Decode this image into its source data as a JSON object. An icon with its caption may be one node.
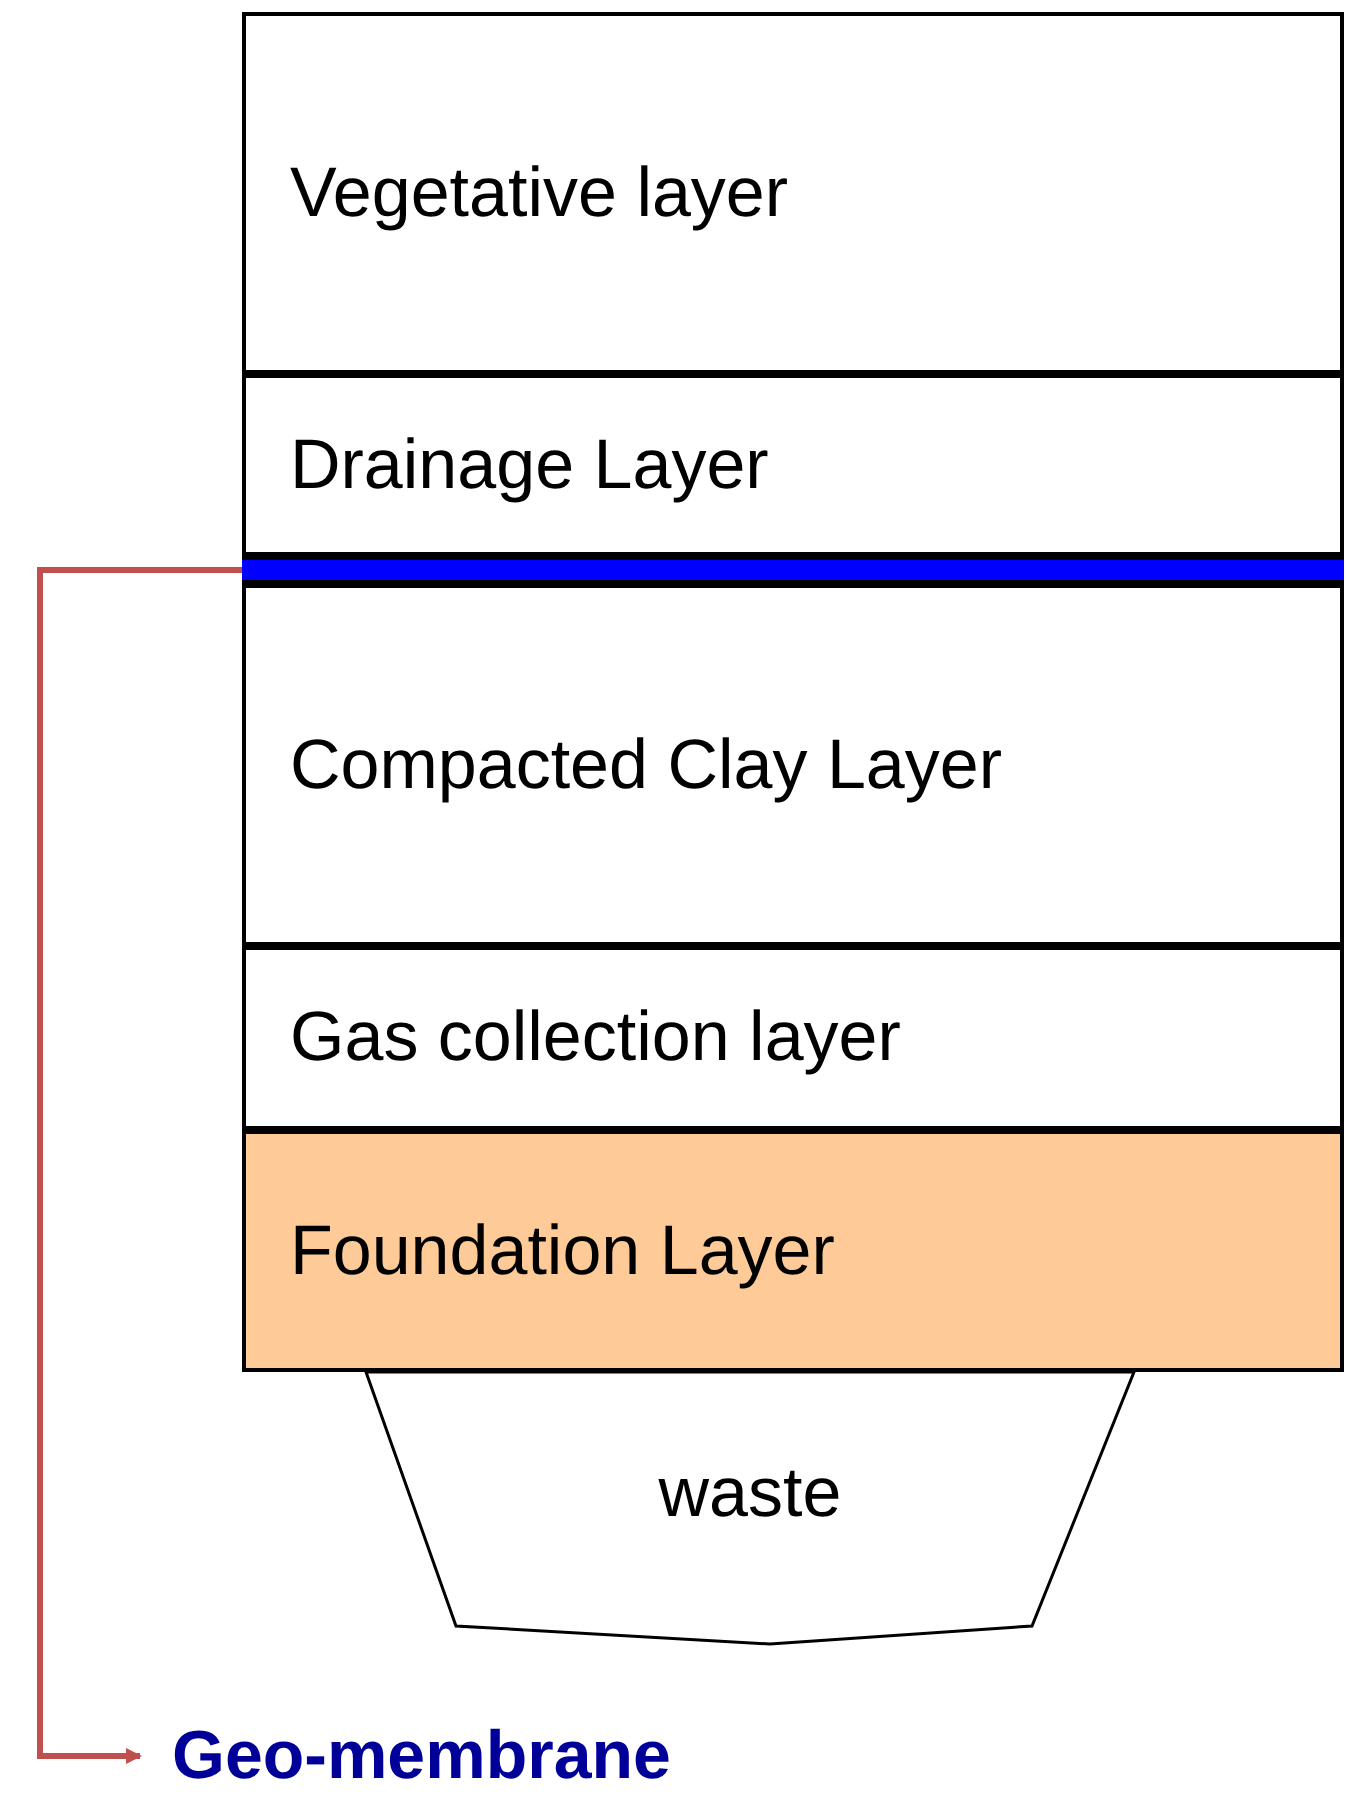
{
  "diagram": {
    "nodes": [
      {
        "text": [
          "Vegetative layer"
        ]
      },
      {
        "text": [
          "Drainage Layer"
        ]
      },
      {
        "text": [],
        "shape": "bar"
      },
      {
        "text": [
          "Compacted Clay Layer"
        ]
      },
      {
        "text": [
          "Gas collection layer"
        ]
      },
      {
        "text": [
          "Foundation Layer"
        ]
      },
      {
        "text": [
          "waste"
        ]
      },
      {
        "text": [
          "Geo-membrane"
        ]
      }
    ],
    "edges": [
      {
        "from": 2,
        "to": 7,
        "arrow": "to",
        "color": "#c0504d"
      }
    ]
  }
}
